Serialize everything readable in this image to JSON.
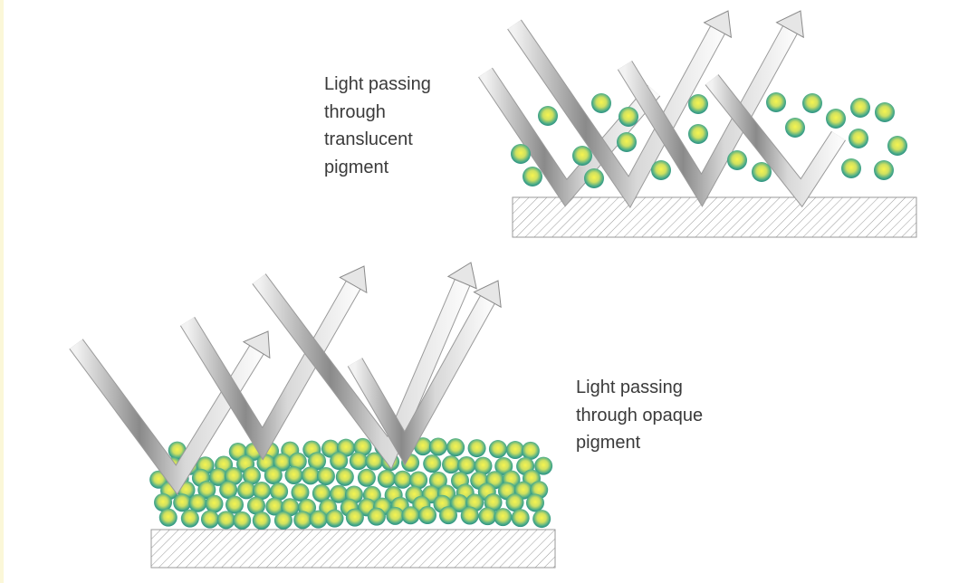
{
  "translucent_panel": {
    "label_lines": [
      "Light passing",
      "through",
      "translucent",
      "pigment"
    ]
  },
  "opaque_panel": {
    "label_lines": [
      "Light passing",
      "through opaque",
      "pigment"
    ]
  },
  "colors": {
    "particle_center": "#f2f04a",
    "particle_edge": "#2f9a86",
    "arrow_dark": "#6d6d6d",
    "arrow_light": "#f4f4f4",
    "hatch": "#9a9a9a"
  }
}
